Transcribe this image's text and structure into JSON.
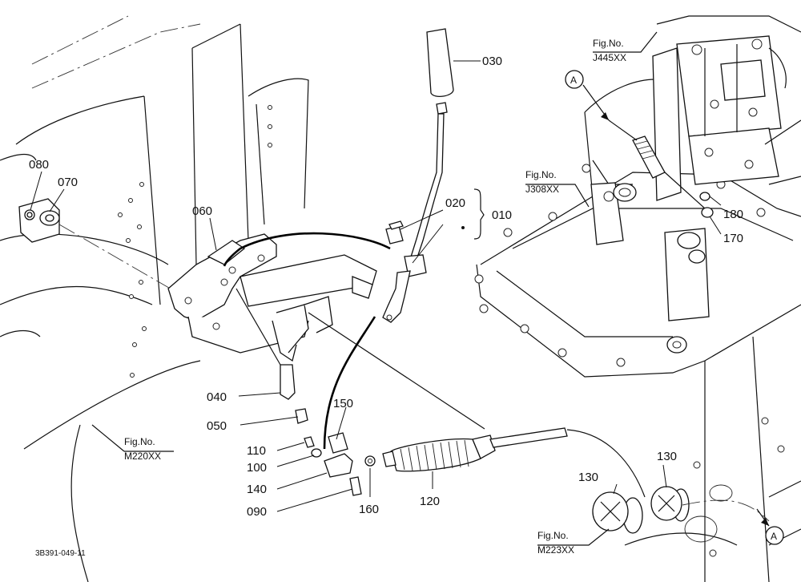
{
  "drawing_number": "3B391-049-11",
  "figure_prefix": "Fig.No.",
  "figure_refs": [
    "J445XX",
    "J308XX",
    "M220XX",
    "M223XX"
  ],
  "section_marker": "A",
  "parts": [
    {
      "number": "030"
    },
    {
      "number": "020"
    },
    {
      "number": "010"
    },
    {
      "number": "080"
    },
    {
      "number": "070"
    },
    {
      "number": "060"
    },
    {
      "number": "180"
    },
    {
      "number": "170"
    },
    {
      "number": "040"
    },
    {
      "number": "050"
    },
    {
      "number": "150"
    },
    {
      "number": "110"
    },
    {
      "number": "100"
    },
    {
      "number": "140"
    },
    {
      "number": "090"
    },
    {
      "number": "160"
    },
    {
      "number": "120"
    },
    {
      "number": "130"
    },
    {
      "number": "130"
    }
  ]
}
